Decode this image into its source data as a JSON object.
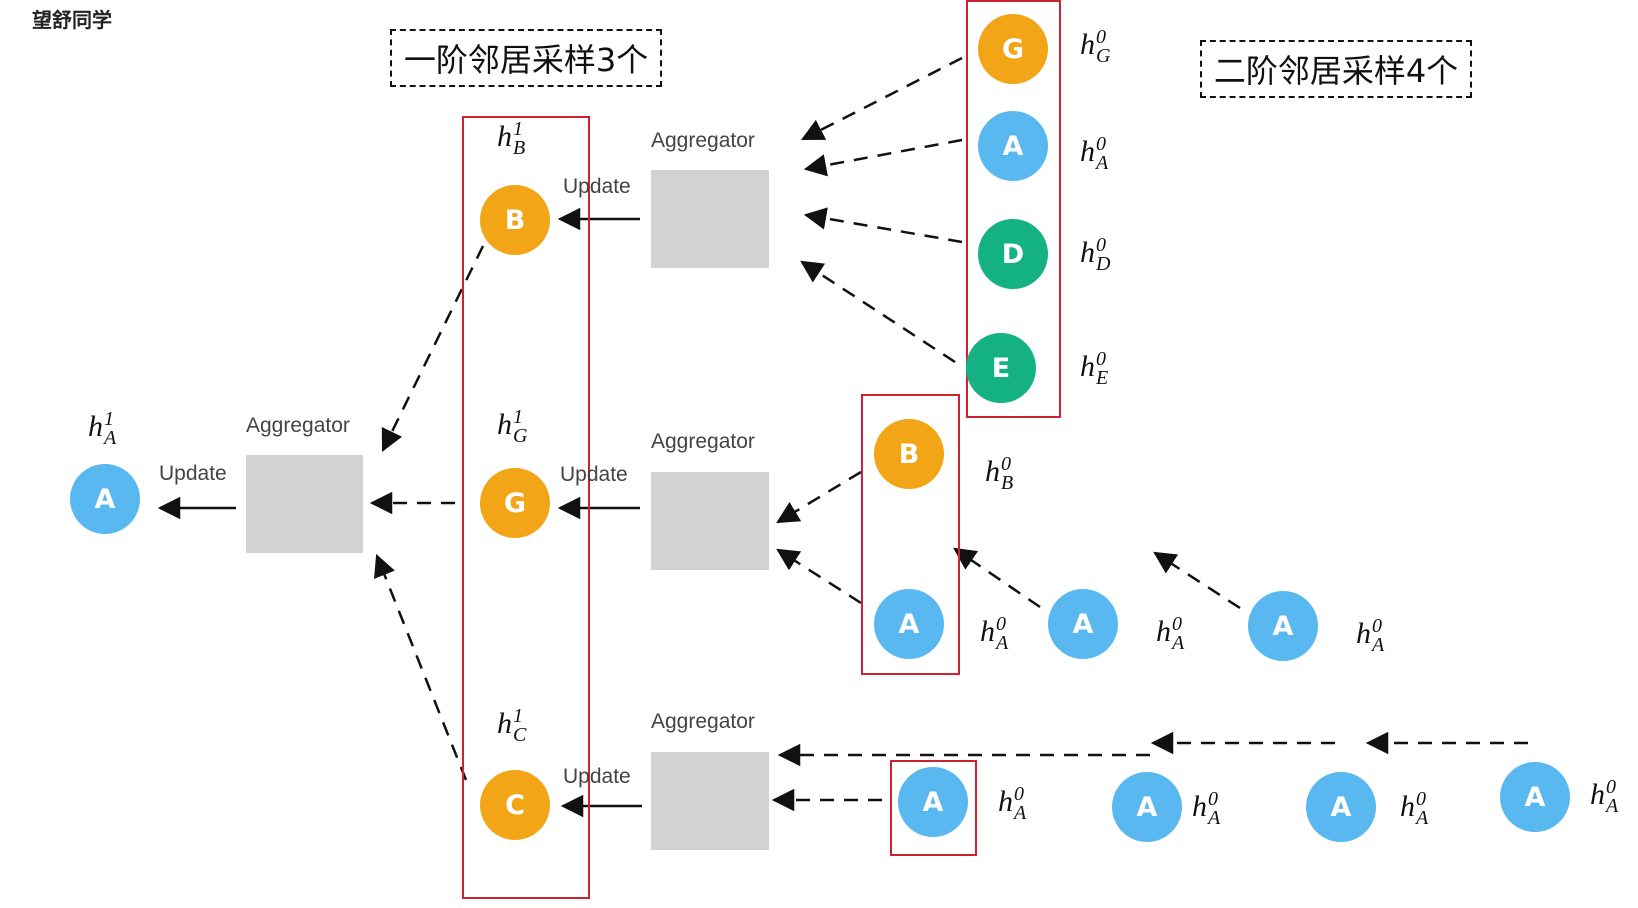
{
  "watermark": "望舒同学",
  "labels": {
    "first_order": "一阶邻居采样3个",
    "second_order": "二阶邻居采样4个",
    "aggregator": "Aggregator",
    "update": "Update"
  },
  "colors": {
    "orange": "#f2a516",
    "blue": "#5ab8f0",
    "green": "#14b183",
    "gray": "#d2d2d2",
    "red": "#cc2233"
  },
  "nodes": {
    "a_root": "A",
    "b_mid": "B",
    "g_mid": "G",
    "c_mid": "C",
    "g_top": "G",
    "a_top": "A",
    "d_top": "D",
    "e_top": "E",
    "b_right": "B",
    "a_right": "A",
    "a_row1_1": "A",
    "a_row1_2": "A",
    "a_bottom_box": "A",
    "a_bottom_1": "A",
    "a_bottom_2": "A",
    "a_bottom_3": "A"
  },
  "h_labels": {
    "hA1": {
      "base": "h",
      "sup": "1",
      "sub": "A"
    },
    "hB1": {
      "base": "h",
      "sup": "1",
      "sub": "B"
    },
    "hG1": {
      "base": "h",
      "sup": "1",
      "sub": "G"
    },
    "hC1": {
      "base": "h",
      "sup": "1",
      "sub": "C"
    },
    "hG0": {
      "base": "h",
      "sup": "0",
      "sub": "G"
    },
    "hA0": {
      "base": "h",
      "sup": "0",
      "sub": "A"
    },
    "hD0": {
      "base": "h",
      "sup": "0",
      "sub": "D"
    },
    "hE0": {
      "base": "h",
      "sup": "0",
      "sub": "E"
    },
    "hB0": {
      "base": "h",
      "sup": "0",
      "sub": "B"
    }
  }
}
